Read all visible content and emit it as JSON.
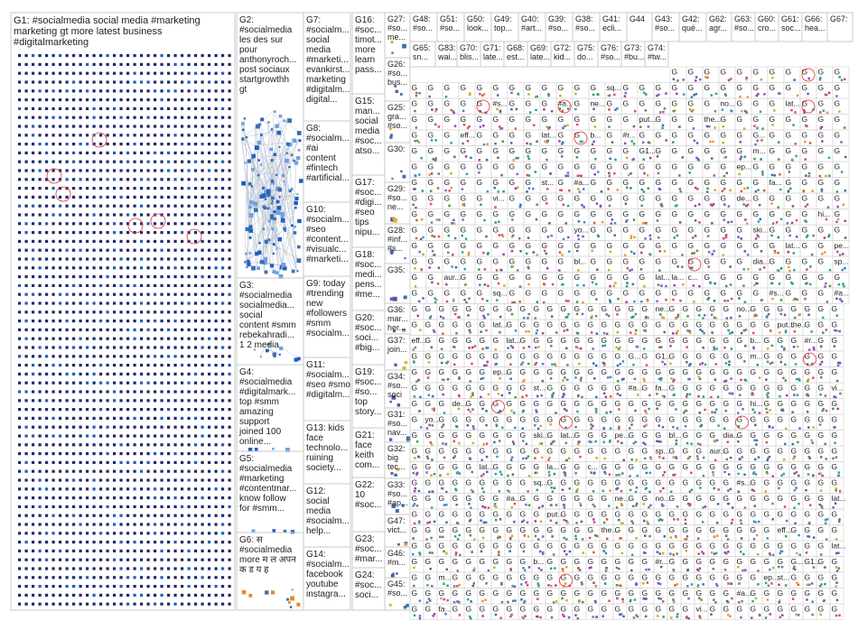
{
  "groups": [
    {
      "id": "G1",
      "label": "G1: #socialmedia social media #marketing marketing gt more latest business #digitalmarketing"
    },
    {
      "id": "G2",
      "label": "G2: #socialmedia les des sur pour anthonyroch... post sociaux startgrowthh gt"
    },
    {
      "id": "G3",
      "label": "G3: #socialmedia socialmedia... social content #smm rebekahradi... 1 2 media"
    },
    {
      "id": "G4",
      "label": "G4: #socialmedia #digitalmark... top #smm amazing support joined 100 online..."
    },
    {
      "id": "G5",
      "label": "G5: #socialmedia #marketing #contentmar... know follow for #smm..."
    },
    {
      "id": "G6",
      "label": "G6: स #socialmedia more म ल अपन क ड य ह"
    },
    {
      "id": "G7",
      "label": "G7: #socialm... social media #marketi... evankirst... marketing #digitalm... digital..."
    },
    {
      "id": "G8",
      "label": "G8: #socialm... #ai content #fintech #artificial..."
    },
    {
      "id": "G9",
      "label": "G9: today #trending new #followers #smm #socialm..."
    },
    {
      "id": "G10",
      "label": "G10: #socialm... #seo #content... #visualc... #marketi..."
    },
    {
      "id": "G11",
      "label": "G11: #socialm... #seo #smo #digitalm..."
    },
    {
      "id": "G12",
      "label": "G12: social media #socialm... help..."
    },
    {
      "id": "G13",
      "label": "G13: kids face technolo... ruining society..."
    },
    {
      "id": "G14",
      "label": "G14: #socialm... facebook youtube instagra..."
    },
    {
      "id": "G15",
      "label": "G15: man... social media #soc... atso..."
    },
    {
      "id": "G16",
      "label": "G16: #soc... timot... more learn pass..."
    },
    {
      "id": "G17",
      "label": "G17: #soc... #digi... #seo tips nipu..."
    },
    {
      "id": "G18",
      "label": "G18: #soc... medi... pens... #me..."
    },
    {
      "id": "G19",
      "label": "G19: #soc... #so... top story..."
    },
    {
      "id": "G20",
      "label": "G20: #soc... soci... #big..."
    },
    {
      "id": "G21",
      "label": "G21: face keith com..."
    },
    {
      "id": "G22",
      "label": "G22: 10 #soc..."
    },
    {
      "id": "G23",
      "label": "G23: #soc... #mar..."
    },
    {
      "id": "G24",
      "label": "G24: #soc... soci..."
    },
    {
      "id": "G25",
      "label": "G25: gra... #so..."
    },
    {
      "id": "G26",
      "label": "G26: #so... bus..."
    },
    {
      "id": "G27",
      "label": "G27: #so... me..."
    },
    {
      "id": "G28",
      "label": "G28: #inf... #s..."
    },
    {
      "id": "G29",
      "label": "G29: #so... ne..."
    },
    {
      "id": "G30",
      "label": "G30:"
    },
    {
      "id": "G31",
      "label": "G31: #so... nav..."
    },
    {
      "id": "G32",
      "label": "G32: big tec..."
    },
    {
      "id": "G33",
      "label": "G33: #so... #ap..."
    },
    {
      "id": "G34",
      "label": "G34: #so... soci"
    },
    {
      "id": "G35",
      "label": "G35:"
    },
    {
      "id": "G36",
      "label": "G36: mar... her..."
    },
    {
      "id": "G37",
      "label": "G37: join..."
    },
    {
      "id": "G45",
      "label": "G45: #so..."
    },
    {
      "id": "G46",
      "label": "G46: #m..."
    },
    {
      "id": "G47",
      "label": "G47: vict..."
    },
    {
      "id": "G48",
      "label": "G48: #so..."
    },
    {
      "id": "G51",
      "label": "G51: #so..."
    },
    {
      "id": "G50",
      "label": "G50: look..."
    },
    {
      "id": "G49",
      "label": "G49: top..."
    },
    {
      "id": "G40",
      "label": "G40: #art..."
    },
    {
      "id": "G39",
      "label": "G39: #so..."
    },
    {
      "id": "G38",
      "label": "G38: #so..."
    },
    {
      "id": "G41",
      "label": "G41: ecli..."
    },
    {
      "id": "G44",
      "label": "G44"
    },
    {
      "id": "G43",
      "label": "G43: #so..."
    },
    {
      "id": "G42",
      "label": "G42: qué..."
    },
    {
      "id": "G62",
      "label": "G62: agr..."
    },
    {
      "id": "G63",
      "label": "G63: #so..."
    },
    {
      "id": "G60",
      "label": "G60: cro..."
    },
    {
      "id": "G61",
      "label": "G61: soc..."
    },
    {
      "id": "G66",
      "label": "G66: hea..."
    },
    {
      "id": "G67",
      "label": "G67:"
    },
    {
      "id": "G65",
      "label": "G65: sn..."
    },
    {
      "id": "G83",
      "label": "G83: wai..."
    },
    {
      "id": "G70",
      "label": "G70: blis..."
    },
    {
      "id": "G71",
      "label": "G71: late..."
    },
    {
      "id": "G68",
      "label": "G68: est..."
    },
    {
      "id": "G69",
      "label": "G69: late..."
    },
    {
      "id": "G72",
      "label": "G72: kid..."
    },
    {
      "id": "G75",
      "label": "G75: do..."
    },
    {
      "id": "G76",
      "label": "G76: #so..."
    },
    {
      "id": "G73",
      "label": "G73: #bu..."
    },
    {
      "id": "G74",
      "label": "G74: #tw..."
    }
  ],
  "small_cell_labels": [
    "sq...",
    "#s...",
    "#a...",
    "ne...",
    "no...",
    "lat...",
    "put...",
    "the...",
    "eff...",
    "lat...",
    "b...",
    "#r...",
    "G...",
    "G1...",
    "m...",
    "ep...",
    "st...",
    "#a...",
    "fa...",
    "vi...",
    "de...",
    "hi...",
    "yo...",
    "ski...",
    "lat...",
    "pe...",
    "bl...",
    "dia...",
    "sp...",
    "aur...",
    "lat...",
    "la...",
    "c..."
  ],
  "colors": {
    "background": "#ffffff",
    "group_border": "#c8c8c8",
    "edge": "#b9c2d3",
    "node_dark": "#1e2a6a",
    "node_blue": "#1f5fbf",
    "node_mid": "#3c6fb0",
    "text": "#1e1e1e",
    "highlight": "#e03030"
  }
}
